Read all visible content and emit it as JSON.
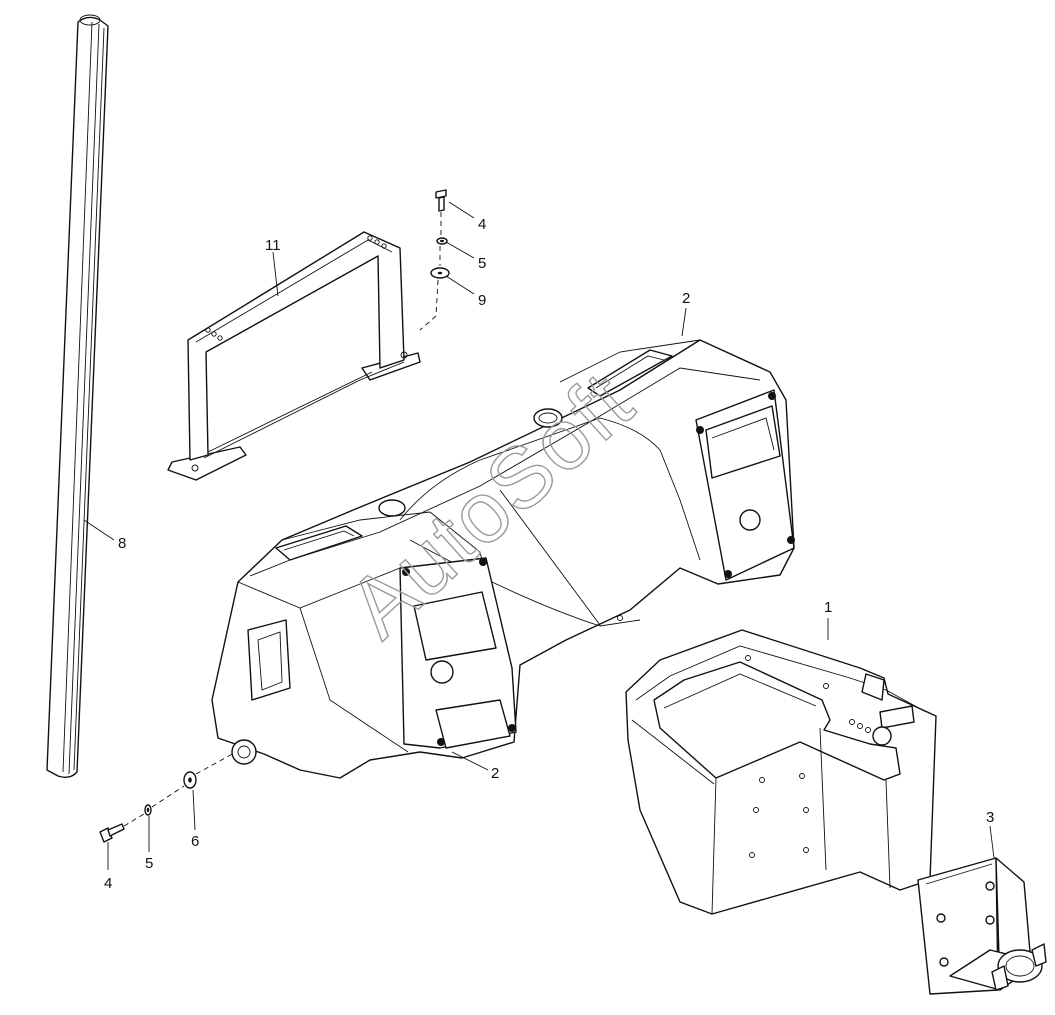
{
  "watermark": "AutoSoft",
  "callouts": {
    "c1": "1",
    "c2a": "2",
    "c2b": "2",
    "c3": "3",
    "c4a": "4",
    "c4b": "4",
    "c5a": "5",
    "c5b": "5",
    "c6": "6",
    "c8": "8",
    "c9": "9",
    "c11": "11"
  }
}
